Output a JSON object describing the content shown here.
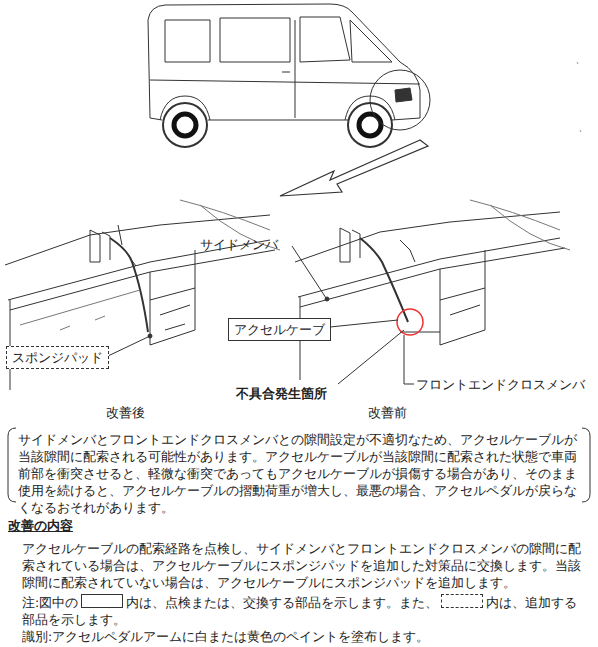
{
  "diagram": {
    "nodes": [
      {
        "text": [
          "スポンジパッド"
        ]
      },
      {
        "text": [
          "アクセルケーブ"
        ]
      }
    ],
    "labels": [
      "サイドメンバ",
      "不具合発生箇所",
      "フロントエンドクロスメンバ",
      "改善後",
      "改善前",
      "サイドメンバとフロントエンドクロスメンバとの隙間設定が不適切なため、アクセルケーブルが当該隙間に配索される可能性があります。アクセルケーブルが当該隙間に配索された状態で車両前部を衝突させると、軽微な衝突であってもアクセルケーブルが損傷する場合があり、そのまま使用を続けると、アクセルケーブルの摺動荷重が増大し、最悪の場合、アクセルペダルが戻らなくなるおそれがあります。",
      "改善の内容",
      "アクセルケーブルの配索経路を点検し、サイドメンバとフロントエンドクロスメンバの隙間に配索されている場合は、アクセルケーブルにスポンジパッドを追加した対策品に交換します。当該隙間に配索されていない場合は、アクセルケーブルにスポンジパッドを追加します。",
      "注:図中の",
      "内は、点検または、交換する部品を示します。また、",
      "内は、追加する部品を示します。",
      "識別:アクセルペダルアームに白または黄色のペイントを塗布します。"
    ]
  }
}
